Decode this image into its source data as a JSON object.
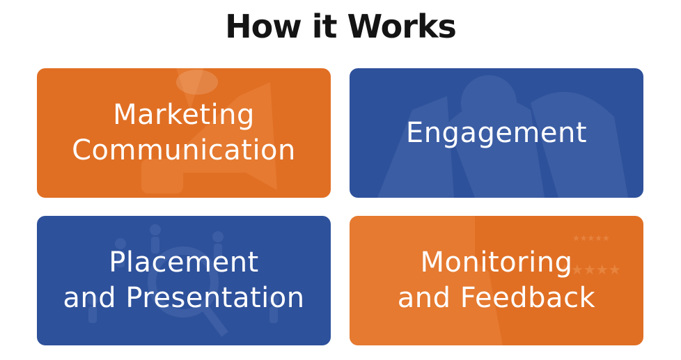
{
  "page": {
    "title": "How it Works"
  },
  "cards": [
    {
      "lines": [
        "Marketing",
        "Communication"
      ],
      "color": "#e06f24",
      "icon": "megaphone-icon"
    },
    {
      "lines": [
        "Engagement"
      ],
      "color": "#2e519b",
      "icon": "handshake-icon"
    },
    {
      "lines": [
        "Placement",
        "and Presentation"
      ],
      "color": "#2e519b",
      "icon": "people-search-icon"
    },
    {
      "lines": [
        "Monitoring",
        "and Feedback"
      ],
      "color": "#e06f24",
      "icon": "rating-stars-icon"
    }
  ]
}
